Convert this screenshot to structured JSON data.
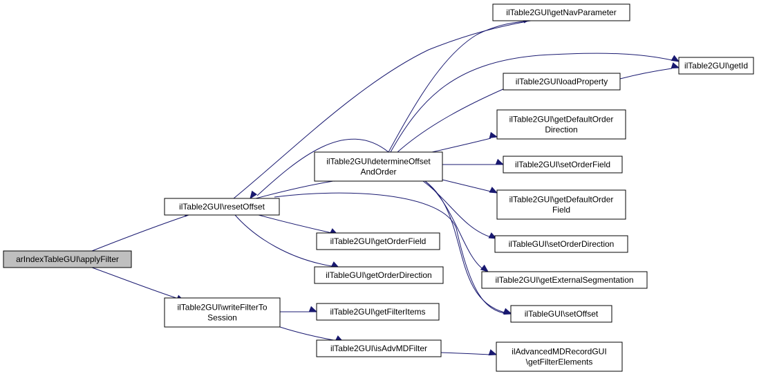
{
  "colors": {
    "edge": "#191970",
    "node_fill": "#ffffff",
    "root_fill": "#bfbfbf",
    "border": "#000000"
  },
  "nodes": {
    "apply_filter": {
      "lines": [
        "arIndexTableGUI\\applyFilter"
      ],
      "root": true
    },
    "reset_offset": {
      "lines": [
        "ilTable2GUI\\resetOffset"
      ]
    },
    "write_filter": {
      "lines": [
        "ilTable2GUI\\writeFilterTo",
        "Session"
      ]
    },
    "determine_offset": {
      "lines": [
        "ilTable2GUI\\determineOffset",
        "AndOrder"
      ]
    },
    "get_order_field": {
      "lines": [
        "ilTable2GUI\\getOrderField"
      ]
    },
    "get_order_direction": {
      "lines": [
        "ilTableGUI\\getOrderDirection"
      ]
    },
    "get_filter_items": {
      "lines": [
        "ilTable2GUI\\getFilterItems"
      ]
    },
    "is_adv_md_filter": {
      "lines": [
        "ilTable2GUI\\isAdvMDFilter"
      ]
    },
    "get_nav_parameter": {
      "lines": [
        "ilTable2GUI\\getNavParameter"
      ]
    },
    "get_id": {
      "lines": [
        "ilTable2GUI\\getId"
      ]
    },
    "load_property": {
      "lines": [
        "ilTable2GUI\\loadProperty"
      ]
    },
    "get_default_order_direction": {
      "lines": [
        "ilTable2GUI\\getDefaultOrder",
        "Direction"
      ]
    },
    "set_order_field": {
      "lines": [
        "ilTable2GUI\\setOrderField"
      ]
    },
    "get_default_order_field": {
      "lines": [
        "ilTable2GUI\\getDefaultOrder",
        "Field"
      ]
    },
    "set_order_direction": {
      "lines": [
        "ilTableGUI\\setOrderDirection"
      ]
    },
    "get_external_segmentation": {
      "lines": [
        "ilTable2GUI\\getExternalSegmentation"
      ]
    },
    "set_offset": {
      "lines": [
        "ilTableGUI\\setOffset"
      ]
    },
    "get_filter_elements": {
      "lines": [
        "ilAdvancedMDRecordGUI",
        "\\getFilterElements"
      ]
    }
  },
  "edges": [
    {
      "from": "apply_filter",
      "to": "reset_offset"
    },
    {
      "from": "apply_filter",
      "to": "write_filter"
    },
    {
      "from": "reset_offset",
      "to": "determine_offset"
    },
    {
      "from": "reset_offset",
      "to": "get_nav_parameter"
    },
    {
      "from": "reset_offset",
      "to": "get_order_field"
    },
    {
      "from": "reset_offset",
      "to": "get_order_direction"
    },
    {
      "from": "reset_offset",
      "to": "set_offset"
    },
    {
      "from": "write_filter",
      "to": "get_filter_items"
    },
    {
      "from": "write_filter",
      "to": "is_adv_md_filter"
    },
    {
      "from": "determine_offset",
      "to": "reset_offset"
    },
    {
      "from": "determine_offset",
      "to": "get_nav_parameter"
    },
    {
      "from": "determine_offset",
      "to": "get_id"
    },
    {
      "from": "determine_offset",
      "to": "load_property"
    },
    {
      "from": "determine_offset",
      "to": "get_default_order_direction"
    },
    {
      "from": "determine_offset",
      "to": "set_order_field"
    },
    {
      "from": "determine_offset",
      "to": "get_default_order_field"
    },
    {
      "from": "determine_offset",
      "to": "set_order_direction"
    },
    {
      "from": "determine_offset",
      "to": "get_external_segmentation"
    },
    {
      "from": "determine_offset",
      "to": "set_offset"
    },
    {
      "from": "load_property",
      "to": "get_id"
    },
    {
      "from": "is_adv_md_filter",
      "to": "get_filter_elements"
    }
  ]
}
